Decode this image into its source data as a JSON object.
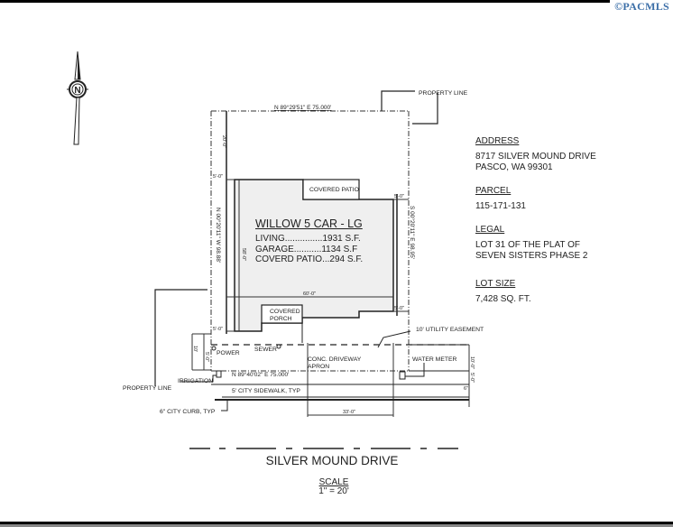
{
  "watermark": "©PACMLS",
  "north_arrow": {
    "icon": "north-arrow-icon",
    "letter": "N"
  },
  "plan": {
    "bearings": {
      "north": "N 89°29'51\" E 75.000'",
      "south": "N 89°40'02\" E 75.000'",
      "west": "N 00°20'11\" W 98.88'",
      "east": "S 00°20'11\" E 98.95'"
    },
    "dimensions": {
      "rear_setback": "20'-0\"",
      "side_setback_left_top": "5'-0\"",
      "side_setback_left_bottom": "5'-0\"",
      "side_setback_right_top": "5'-0\"",
      "side_setback_right_bottom": "5'-0\"",
      "house_depth": "58'-0\"",
      "house_width": "60'-0\"",
      "front_setback_1": "10'",
      "front_setback_2": "5'-0\"",
      "easement_depth": "10'-0\"",
      "sidewalk_width": "5'-0\"",
      "curb_width": "6\"",
      "driveway_width": "33'-0\""
    },
    "labels": {
      "property_line_top": "PROPERTY LINE",
      "property_line_left": "PROPERTY LINE",
      "covered_patio": "COVERED PATIO",
      "covered_porch_1": "COVERED",
      "covered_porch_2": "PORCH",
      "utility_easement": "10' UTILITY EASEMENT",
      "power": "POWER",
      "sewer": "SEWER",
      "driveway_1": "CONC. DRIVEWAY",
      "driveway_2": "APRON",
      "water_meter": "WATER METER",
      "irrigation": "IRRIGATION",
      "sidewalk": "5' CITY SIDEWALK, TYP",
      "curb": "6\" CITY CURB, TYP"
    }
  },
  "house": {
    "title": "WILLOW 5 CAR - LG",
    "rows": [
      {
        "label": "LIVING...............",
        "value": "1931 S.F."
      },
      {
        "label": "GARAGE...........",
        "value": "1134 S.F"
      },
      {
        "label": "COVERD PATIO...",
        "value": "294 S.F."
      }
    ]
  },
  "info": {
    "address": {
      "heading": "ADDRESS",
      "lines": [
        "8717 SILVER MOUND DRIVE",
        "PASCO, WA 99301"
      ]
    },
    "parcel": {
      "heading": "PARCEL",
      "lines": [
        "115-171-131"
      ]
    },
    "legal": {
      "heading": "LEGAL",
      "lines": [
        "LOT 31 OF THE PLAT OF",
        "SEVEN SISTERS PHASE 2"
      ]
    },
    "lot_size": {
      "heading": "LOT SIZE",
      "lines": [
        "7,428 SQ. FT."
      ]
    }
  },
  "road_name": "SILVER MOUND DRIVE",
  "scale": {
    "heading": "SCALE",
    "value": "1\" = 20'"
  }
}
